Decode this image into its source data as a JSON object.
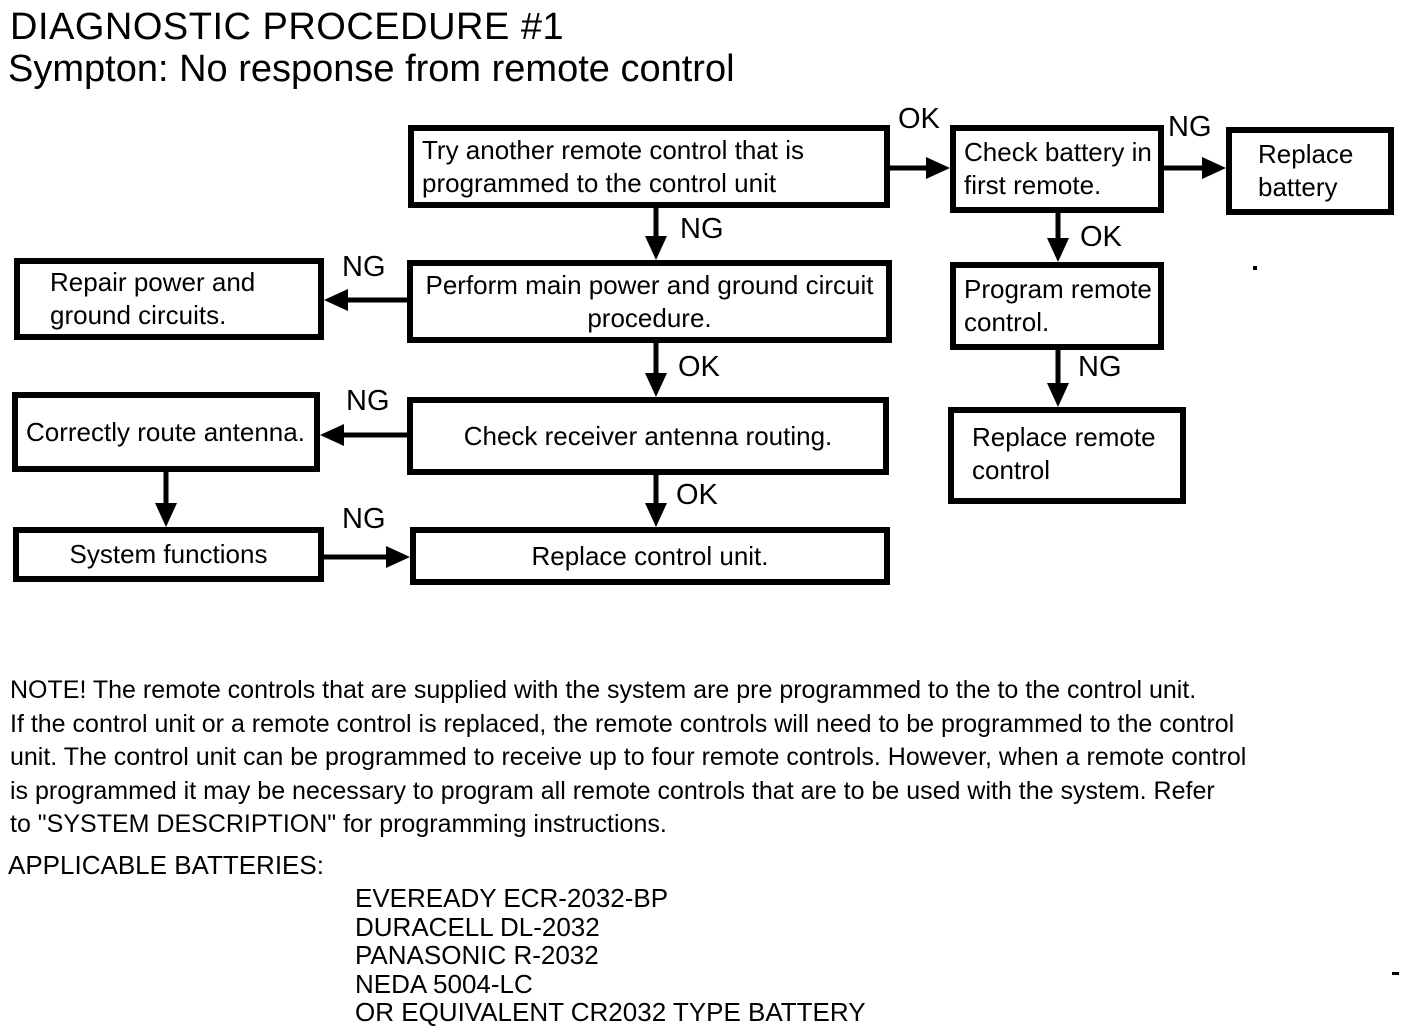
{
  "title": {
    "line1": "DIAGNOSTIC PROCEDURE #1",
    "line2": "Sympton: No response from remote control"
  },
  "flowchart": {
    "nodes": [
      {
        "id": "try-another-remote",
        "text": "Try another remote control that is\nprogrammed to the control unit"
      },
      {
        "id": "check-battery",
        "text": "Check battery in\nfirst remote."
      },
      {
        "id": "replace-battery",
        "text": "Replace\nbattery"
      },
      {
        "id": "repair-power-ground",
        "text": "Repair power and\nground circuits."
      },
      {
        "id": "perform-main-power",
        "text": "Perform main power and ground circuit\nprocedure."
      },
      {
        "id": "program-remote",
        "text": "Program remote\ncontrol."
      },
      {
        "id": "replace-remote",
        "text": "Replace remote\ncontrol"
      },
      {
        "id": "correctly-route-antenna",
        "text": "Correctly route antenna."
      },
      {
        "id": "check-receiver-antenna",
        "text": "Check receiver antenna routing."
      },
      {
        "id": "system-functions",
        "text": "System functions"
      },
      {
        "id": "replace-control-unit",
        "text": "Replace control unit."
      }
    ],
    "edges": [
      {
        "from": "try-another-remote",
        "to": "check-battery",
        "label": "OK"
      },
      {
        "from": "check-battery",
        "to": "replace-battery",
        "label": "NG"
      },
      {
        "from": "try-another-remote",
        "to": "perform-main-power",
        "label": "NG"
      },
      {
        "from": "perform-main-power",
        "to": "repair-power-ground",
        "label": "NG"
      },
      {
        "from": "check-battery",
        "to": "program-remote",
        "label": "OK"
      },
      {
        "from": "perform-main-power",
        "to": "check-receiver-antenna",
        "label": "OK"
      },
      {
        "from": "program-remote",
        "to": "replace-remote",
        "label": "NG"
      },
      {
        "from": "check-receiver-antenna",
        "to": "correctly-route-antenna",
        "label": "NG"
      },
      {
        "from": "check-receiver-antenna",
        "to": "replace-control-unit",
        "label": "OK"
      },
      {
        "from": "correctly-route-antenna",
        "to": "system-functions",
        "label": ""
      },
      {
        "from": "system-functions",
        "to": "replace-control-unit",
        "label": "NG"
      }
    ]
  },
  "note": {
    "text": "NOTE! The remote controls that are supplied with the system are pre programmed to the to the control unit.\nIf the control unit or a remote control is replaced, the remote controls will need to be programmed to the control\nunit. The control unit can be programmed to receive up to four remote controls. However, when a remote control\nis programmed it may be necessary to program all remote controls that are to be used with the system. Refer\nto \"SYSTEM DESCRIPTION\" for programming instructions.",
    "batteries_heading": "APPLICABLE BATTERIES:",
    "batteries": [
      "EVEREADY ECR-2032-BP",
      "DURACELL DL-2032",
      "PANASONIC R-2032",
      "NEDA 5004-LC",
      "OR EQUIVALENT CR2032 TYPE BATTERY"
    ]
  }
}
